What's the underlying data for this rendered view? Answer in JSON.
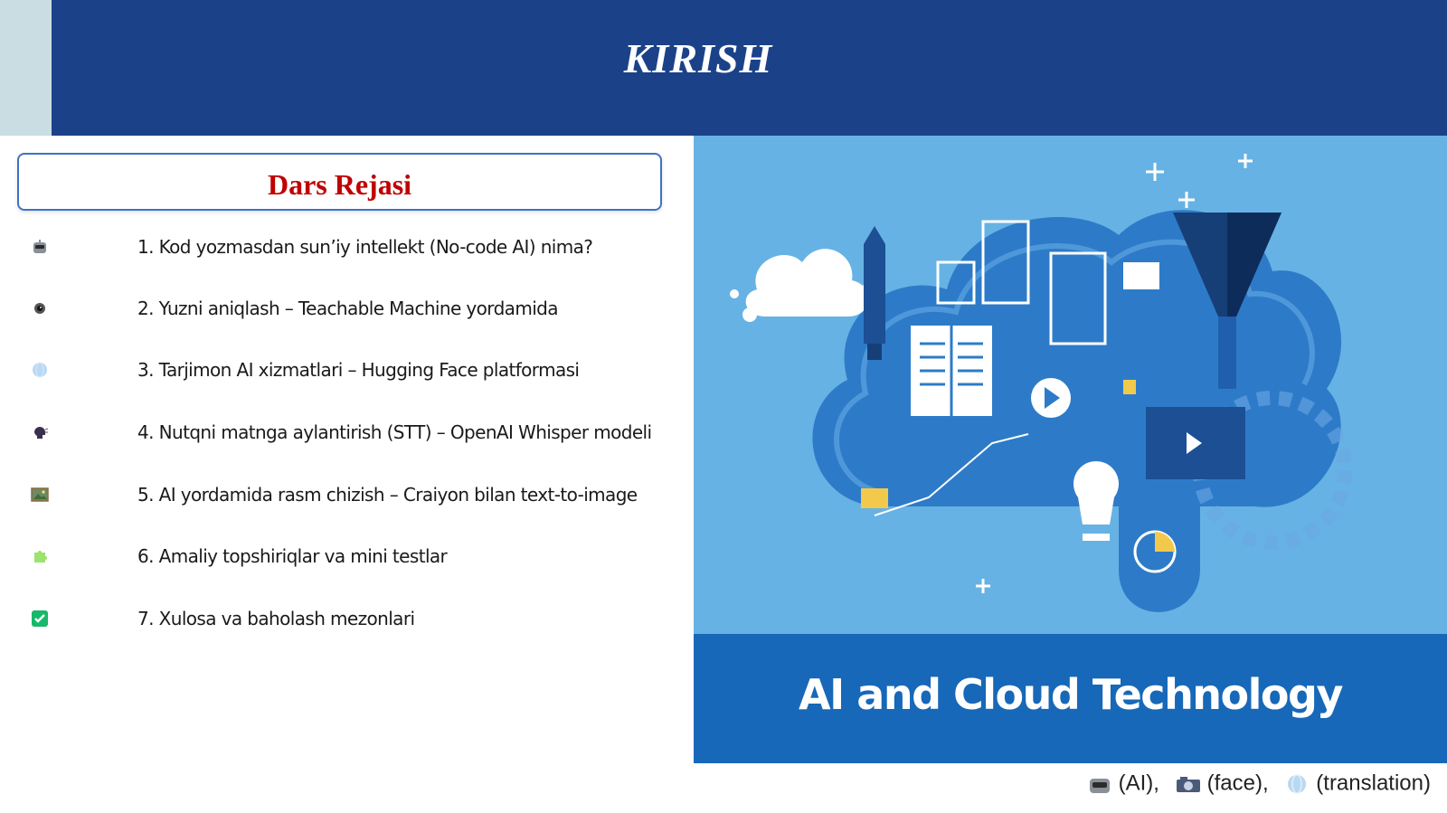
{
  "header": {
    "title": "KIRISH"
  },
  "plan": {
    "title": "Dars Rejasi",
    "items": [
      {
        "icon": "robot-icon",
        "label": "1. Kod yozmasdan sun’iy intellekt (No-code AI) nima?"
      },
      {
        "icon": "camera-icon",
        "label": "2. Yuzni aniqlash – Teachable Machine yordamida"
      },
      {
        "icon": "globe-icon",
        "label": "3. Tarjimon AI xizmatlari – Hugging Face platformasi"
      },
      {
        "icon": "speaking-head-icon",
        "label": "4. Nutqni matnga aylantirish (STT) – OpenAI Whisper modeli"
      },
      {
        "icon": "framed-picture-icon",
        "label": "5. AI yordamida rasm chizish – Craiyon bilan text-to-image"
      },
      {
        "icon": "puzzle-icon",
        "label": "6. Amaliy topshiriqlar va mini testlar"
      },
      {
        "icon": "check-mark-icon",
        "label": "7. Xulosa va baholash mezonlari"
      }
    ]
  },
  "illustration": {
    "banner_text": "AI and Cloud Technology"
  },
  "footnote": {
    "ai": "(AI),",
    "face": "(face),",
    "translation": "(translation)"
  },
  "colors": {
    "header": "#1b4289",
    "accent_red": "#c00000",
    "panel_blue": "#67b2e4",
    "banner_blue": "#1768b8"
  }
}
